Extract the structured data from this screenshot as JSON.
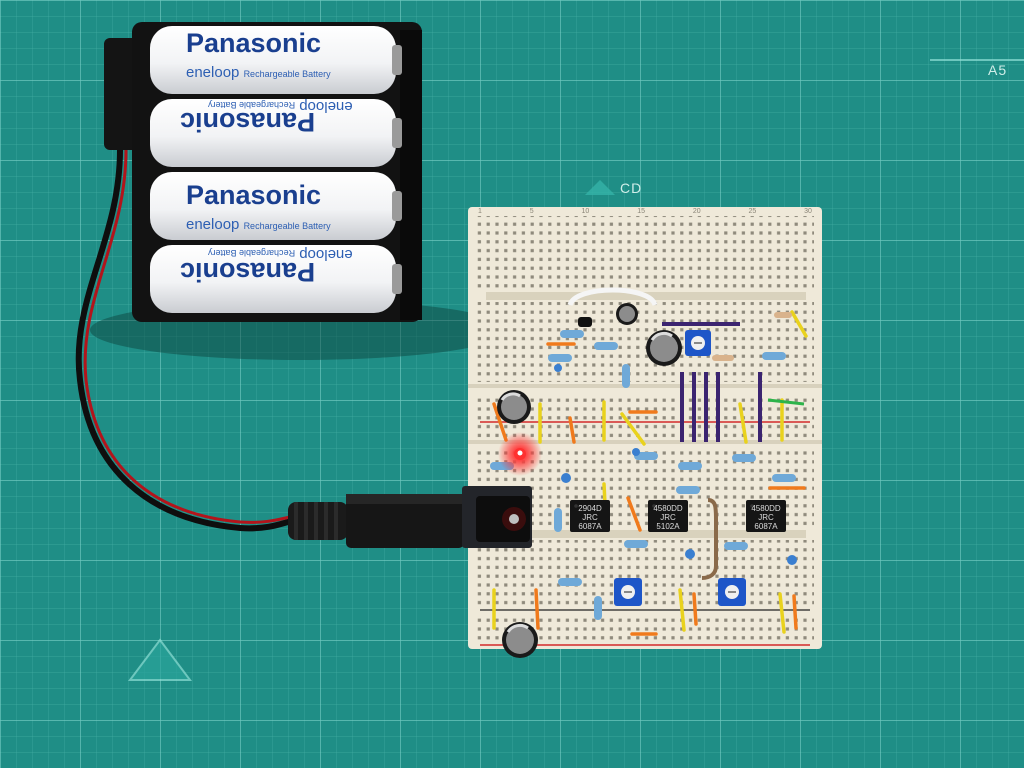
{
  "mat": {
    "labels": [
      "A5",
      "CD"
    ],
    "color": "#1f8e86"
  },
  "batteries": [
    {
      "brand": "Panasonic",
      "line": "eneloop",
      "tagline": "Rechargeable Battery",
      "flipped": false
    },
    {
      "brand": "Panasonic",
      "line": "eneloop",
      "tagline": "Rechargeable Battery",
      "flipped": true
    },
    {
      "brand": "Panasonic",
      "line": "eneloop",
      "tagline": "Rechargeable Battery",
      "flipped": false
    },
    {
      "brand": "Panasonic",
      "line": "eneloop",
      "tagline": "Rechargeable Battery",
      "flipped": true
    }
  ],
  "chips": [
    {
      "line1": "2904D",
      "line2": "JRC",
      "line3": "6087A"
    },
    {
      "line1": "4580DD",
      "line2": "JRC",
      "line3": "5102A"
    },
    {
      "line1": "4580DD",
      "line2": "JRC",
      "line3": "6087A"
    }
  ],
  "breadboard": {
    "column_numbers": [
      "1",
      "5",
      "10",
      "15",
      "20",
      "25",
      "30"
    ]
  },
  "colors": {
    "led": "#ff2a2a",
    "trimmer": "#1e56c8",
    "wire_purple": "#3b2470",
    "wire_yellow": "#e9d21d",
    "wire_orange": "#f07a1c"
  }
}
